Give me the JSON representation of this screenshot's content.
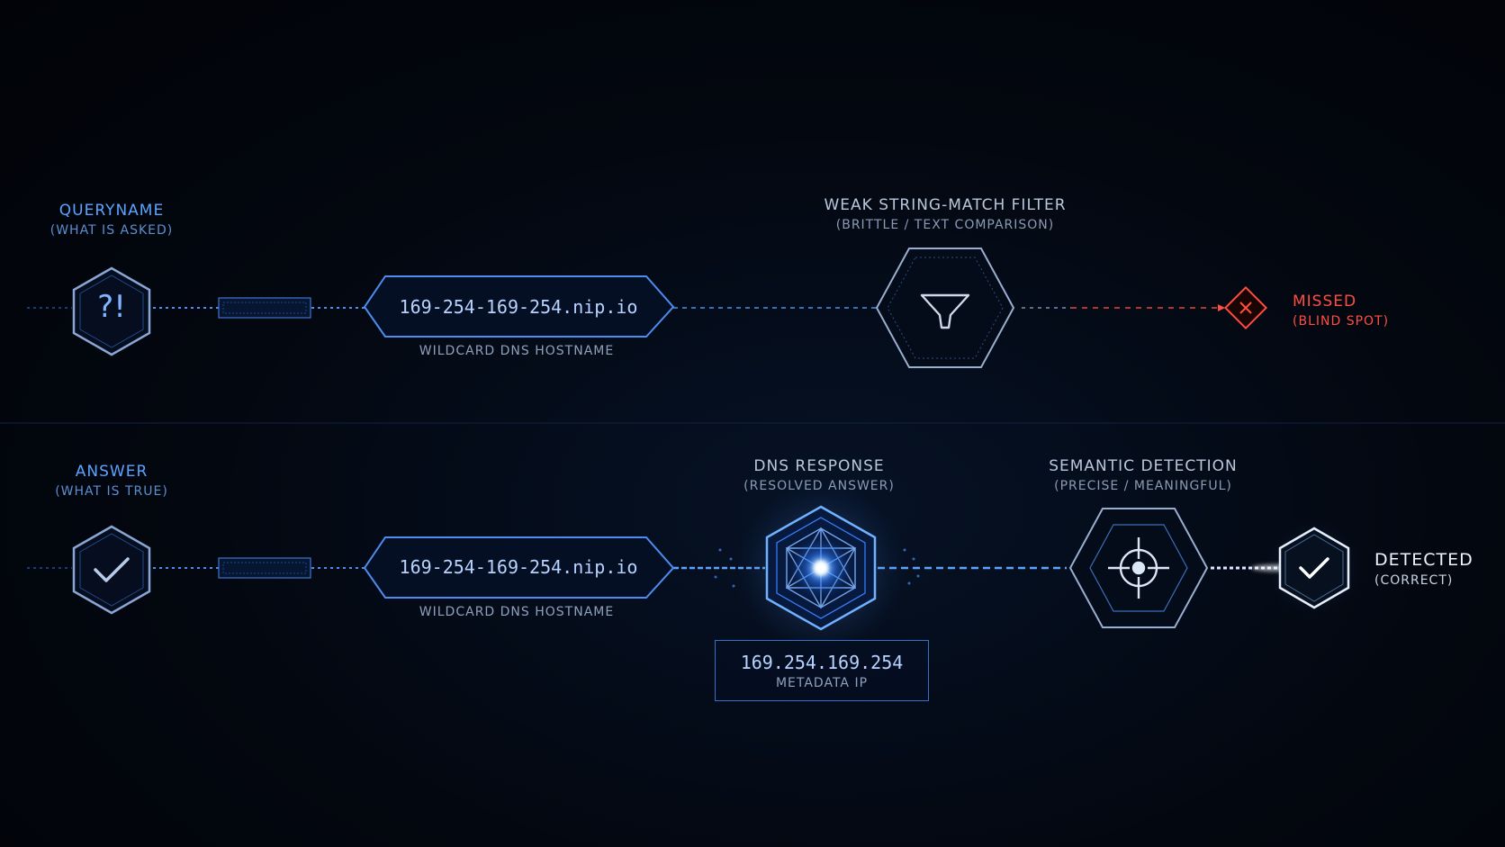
{
  "colors": {
    "background": "#02050b",
    "accent_blue": "#3b82ff",
    "glow_blue": "#6fb2ff",
    "missed_red": "#ff4d42",
    "detected_white": "#eef4ff"
  },
  "top_row": {
    "queryname": {
      "title": "QUERYNAME",
      "subtitle": "(WHAT IS ASKED)",
      "icon": "question-exclamation-icon",
      "icon_text": "?!"
    },
    "hostname": {
      "value": "169-254-169-254.nip.io",
      "caption": "WILDCARD DNS HOSTNAME"
    },
    "filter": {
      "title": "WEAK STRING-MATCH FILTER",
      "subtitle": "(BRITTLE / TEXT COMPARISON)",
      "icon": "funnel-icon"
    },
    "result": {
      "title": "MISSED",
      "subtitle": "(BLIND SPOT)",
      "icon": "x-diamond-icon"
    }
  },
  "bottom_row": {
    "answer": {
      "title": "ANSWER",
      "subtitle": "(WHAT IS TRUE)",
      "icon": "checkmark-icon"
    },
    "hostname": {
      "value": "169-254-169-254.nip.io",
      "caption": "WILDCARD DNS HOSTNAME"
    },
    "dns_response": {
      "title": "DNS RESPONSE",
      "subtitle": "(RESOLVED ANSWER)",
      "icon": "glowing-crystal-icon"
    },
    "resolved_ip": {
      "value": "169.254.169.254",
      "label": "METADATA IP"
    },
    "semantic": {
      "title": "SEMANTIC DETECTION",
      "subtitle": "(PRECISE / MEANINGFUL)",
      "icon": "crosshair-icon"
    },
    "result": {
      "title": "DETECTED",
      "subtitle": "(CORRECT)",
      "icon": "checkmark-icon"
    }
  }
}
